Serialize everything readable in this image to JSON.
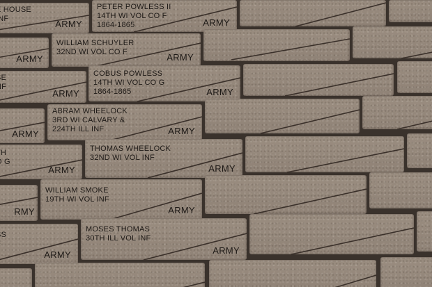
{
  "scene": "Memorial brick walkway with engraved veteran names",
  "colors": {
    "brick": "#948779",
    "grout": "#3a322c",
    "engraving": "#1e1a17"
  },
  "bricks": [
    {
      "id": "r0-left-partial",
      "lines": [
        "E HOUSE",
        "INF"
      ],
      "branch": "ARMY"
    },
    {
      "id": "peter-powless",
      "lines": [
        "PETER POWLESS II",
        "14TH WI VOL CO F",
        "1864-1865"
      ],
      "branch": "ARMY"
    },
    {
      "id": "r1-left-partial",
      "lines": [],
      "branch": "ARMY"
    },
    {
      "id": "william-schuyler",
      "lines": [
        "WILLIAM SCHUYLER",
        "32ND WI VOL CO F"
      ],
      "branch": "ARMY"
    },
    {
      "id": "r2-left-partial",
      "lines": [
        "SE",
        "NF"
      ],
      "branch": "ARMY"
    },
    {
      "id": "cobus-powless",
      "lines": [
        "COBUS POWLESS",
        "14TH WI VOL CO G",
        "1864-1865"
      ],
      "branch": "ARMY"
    },
    {
      "id": "r3-left-partial",
      "lines": [],
      "branch": "ARMY"
    },
    {
      "id": "abram-wheelock",
      "lines": [
        "ABRAM WHEELOCK",
        "3RD WI CALVARY &",
        "224TH ILL INF"
      ],
      "branch": "ARMY"
    },
    {
      "id": "r4-left-partial",
      "lines": [
        "TH",
        "O G"
      ],
      "branch": "ARMY"
    },
    {
      "id": "thomas-wheelock",
      "lines": [
        "THOMAS WHEELOCK",
        "32ND WI VOL INF"
      ],
      "branch": "ARMY"
    },
    {
      "id": "r5-left-partial",
      "lines": [],
      "branch": "RMY"
    },
    {
      "id": "william-smoke",
      "lines": [
        "WILLIAM SMOKE",
        "19TH WI VOL INF"
      ],
      "branch": "ARMY"
    },
    {
      "id": "r6-left-partial",
      "lines": [
        "SS",
        "F"
      ],
      "branch": "ARMY"
    },
    {
      "id": "moses-thomas",
      "lines": [
        "MOSES THOMAS",
        "30TH ILL VOL INF"
      ],
      "branch": "ARMY"
    }
  ]
}
